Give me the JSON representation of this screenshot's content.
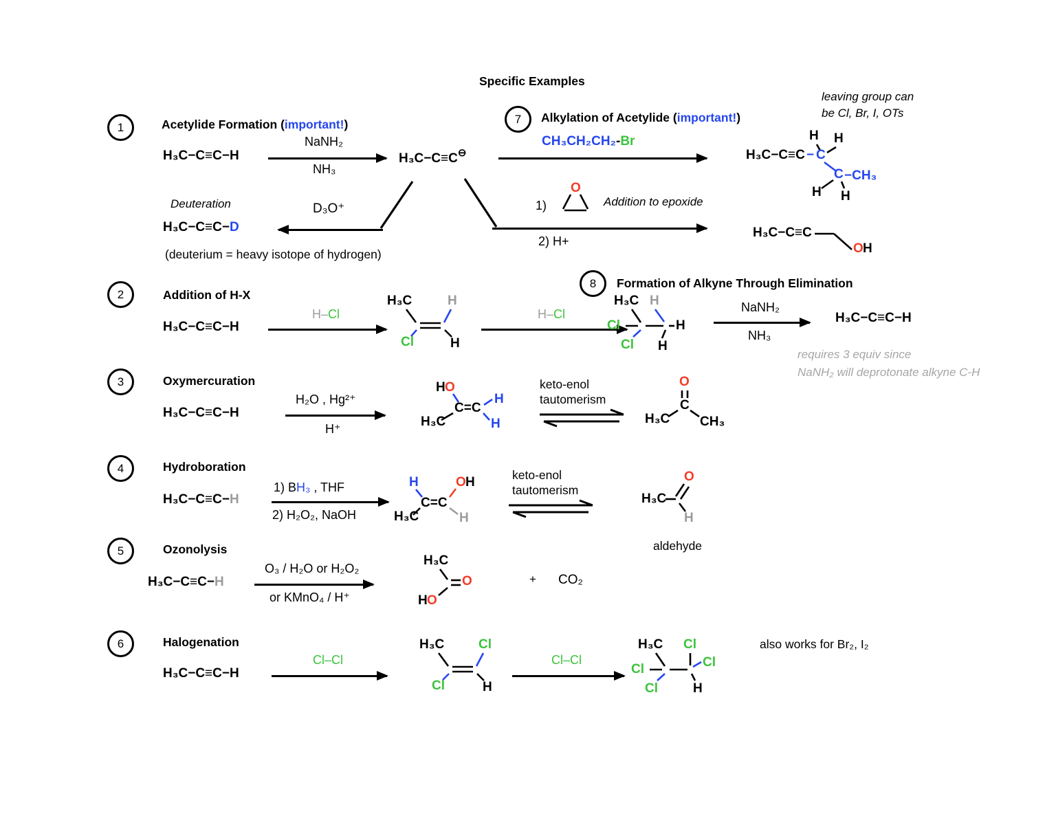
{
  "colors": {
    "highlight_blue": "#2646ee",
    "halogen_green": "#3cc33c",
    "oxygen_red": "#f23d28",
    "muted_gray": "#9c9c9c"
  },
  "header": {
    "title": "Specific Examples"
  },
  "s1": {
    "num": "1",
    "heading": {
      "pre": "Acetylide Formation (",
      "hl": "important!",
      "post": ")"
    },
    "propyne": "H₃C−C≡C−H",
    "arrow": {
      "top": "NaNH₂",
      "bottom": "NH₃"
    },
    "acetylide": {
      "base": "H₃C−C≡C",
      "charge": "⊖"
    },
    "deuteration": {
      "label": "Deuteration",
      "reagent": "D₃O⁺",
      "product_pre": "H₃C−C≡C−",
      "product_d": "D",
      "note": "(deuterium = heavy isotope of hydrogen)"
    }
  },
  "s7": {
    "num": "7",
    "heading": {
      "pre": "Alkylation of Acetylide (",
      "hl": "important!",
      "post": ")"
    },
    "reagent": {
      "alkyl": "CH₃CH₂CH₂",
      "dash": "-",
      "halide": "Br"
    },
    "lg_note": {
      "line1": "leaving group can",
      "line2": "be Cl, Br, I, OTs"
    },
    "product": {
      "chain": "H₃C−C≡C",
      "dash": "−",
      "c": "C",
      "ch3": "−CH₃",
      "h": "H"
    },
    "epoxide": {
      "step1": "1)",
      "o": "O",
      "label": "Addition to epoxide",
      "step2": "2) H+"
    },
    "alcohol": {
      "chain": "H₃C−C≡C",
      "o": "O",
      "h": "H"
    }
  },
  "s2": {
    "num": "2",
    "heading": "Addition of H-X",
    "propyne": "H₃C−C≡C−H",
    "hcl": {
      "h": "H",
      "dash": "–",
      "cl": "Cl"
    },
    "vinyl": {
      "ch3": "H₃C",
      "cl": "Cl",
      "h_top": "H",
      "h_bottom": "H"
    }
  },
  "s8": {
    "num": "8",
    "heading": "Formation of Alkyne Through Elimination",
    "gem": {
      "ch3": "H₃C",
      "cl_left": "Cl",
      "cl_bottom": "Cl",
      "h_top": "H",
      "h_right": "H",
      "h_bottom": "H"
    },
    "arrow": {
      "top": "NaNH₂",
      "bottom": "NH₃"
    },
    "product": "H₃C−C≡C−H",
    "note": {
      "line1": "requires 3 equiv since",
      "line2": "NaNH₂ will deprotonate alkyne C-H"
    }
  },
  "s3": {
    "num": "3",
    "heading": "Oxymercuration",
    "propyne": "H₃C−C≡C−H",
    "arrow": {
      "top": "H₂O , Hg²⁺",
      "bottom": "H⁺"
    },
    "enol": {
      "h": "H",
      "o": "O",
      "cc": "C=C",
      "ch3": "H₃C",
      "h_top": "H",
      "h_bottom": "H"
    },
    "tautomer": {
      "line1": "keto-enol",
      "line2": "tautomerism"
    },
    "ketone": {
      "o": "O",
      "c": "C",
      "ch3_left": "H₃C",
      "ch3_right": "CH₃"
    }
  },
  "s4": {
    "num": "4",
    "heading": "Hydroboration",
    "propyne": {
      "pre": "H₃C−C≡C−",
      "h": "H"
    },
    "arrow": {
      "top_pre": "1) B",
      "top_h": "H₃",
      "top_post": " , THF",
      "bottom": "2) H₂O₂, NaOH"
    },
    "enol": {
      "h_blue": "H",
      "cc": "C=C",
      "o": "O",
      "oh_h": "H",
      "ch3": "H₃C",
      "h_gray": "H"
    },
    "tautomer": {
      "line1": "keto-enol",
      "line2": "tautomerism"
    },
    "aldehyde": {
      "ch3": "H₃C",
      "o": "O",
      "h": "H",
      "label": "aldehyde"
    }
  },
  "s5": {
    "num": "5",
    "heading": "Ozonolysis",
    "propyne": {
      "pre": "H₃C−C≡C−",
      "h": "H"
    },
    "arrow": {
      "top": "O₃ / H₂O or  H₂O₂",
      "bottom": "or  KMnO₄ / H⁺"
    },
    "acid": {
      "ch3": "H₃C",
      "o": "O",
      "ho_h": "H",
      "ho_o": "O"
    },
    "plus": "+",
    "co2": "CO₂"
  },
  "s6": {
    "num": "6",
    "heading": "Halogenation",
    "propyne": "H₃C−C≡C−H",
    "clcl": "Cl–Cl",
    "alkene": {
      "ch3": "H₃C",
      "cl_top": "Cl",
      "cl_bottom": "Cl",
      "h": "H"
    },
    "tetra": {
      "ch3": "H₃C",
      "cl_left": "Cl",
      "cl_bottom": "Cl",
      "cl_top": "Cl",
      "cl_right": "Cl",
      "h": "H"
    },
    "note": "also works for Br₂, I₂"
  }
}
